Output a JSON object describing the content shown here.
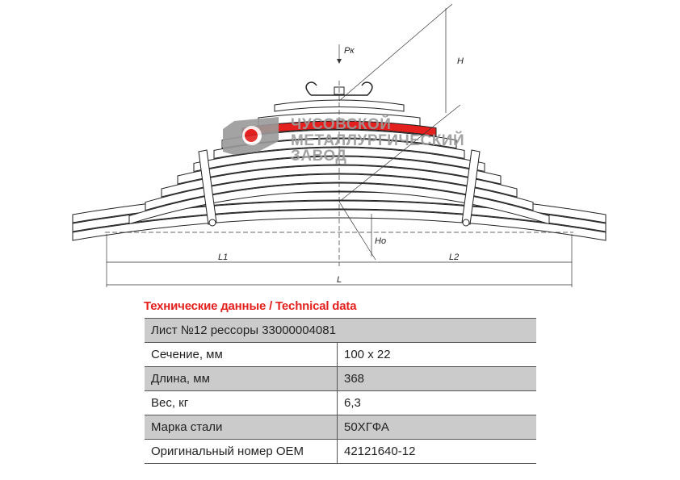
{
  "diagram": {
    "labels": {
      "load": "Рк",
      "height": "H",
      "height0": "Ho",
      "l1": "L1",
      "l2": "L2",
      "length": "L"
    },
    "highlight_color": "#e4201e",
    "watermark": {
      "line1": "ЧУСОВСКОЙ",
      "line2": "МЕТАЛЛУРГИЧЕСКИЙ",
      "line3": "ЗАВОД"
    }
  },
  "spec": {
    "title": "Технические данные / Technical data",
    "header": "Лист №12 рессоры 33000004081",
    "rows": [
      {
        "label": "Сечение, мм",
        "value": "100 x 22"
      },
      {
        "label": "Длина, мм",
        "value": "368"
      },
      {
        "label": "Вес, кг",
        "value": "6,3"
      },
      {
        "label": "Марка стали",
        "value": "50ХГФА"
      },
      {
        "label": "Оригинальный номер OEM",
        "value": "42121640-12"
      }
    ]
  }
}
